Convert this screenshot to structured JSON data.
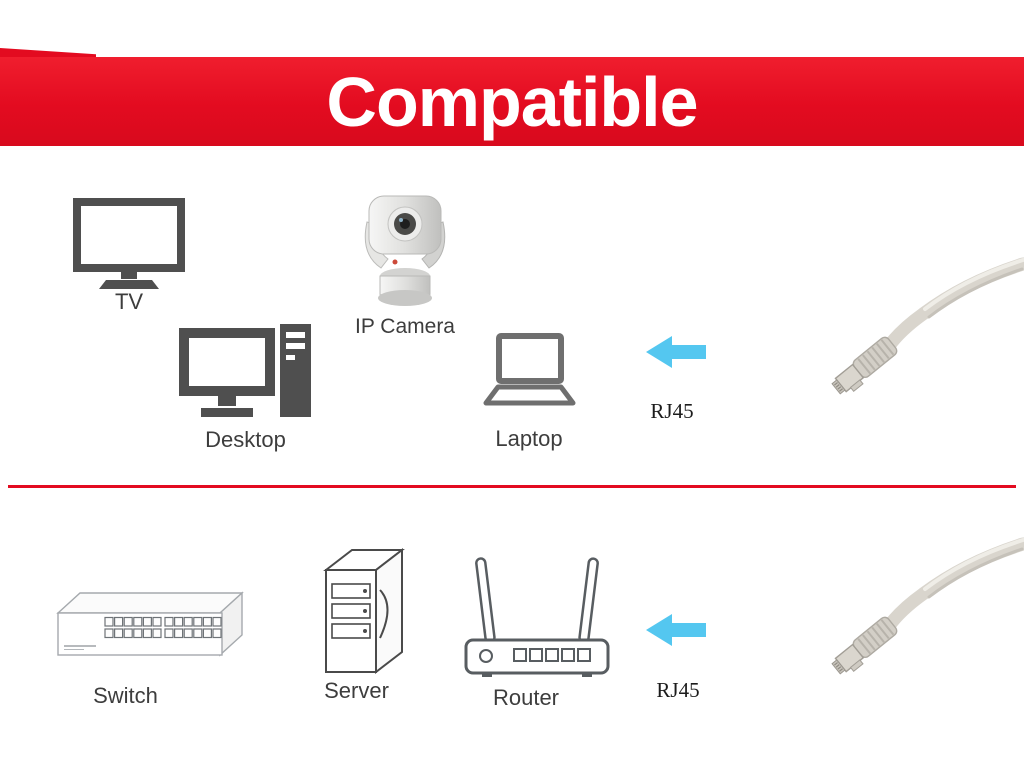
{
  "banner": {
    "title": "Compatible"
  },
  "top_section": {
    "devices": [
      {
        "label": "TV",
        "icon": "tv-icon"
      },
      {
        "label": "IP Camera",
        "icon": "ip-camera-icon"
      },
      {
        "label": "Desktop",
        "icon": "desktop-icon"
      },
      {
        "label": "Laptop",
        "icon": "laptop-icon"
      }
    ],
    "connector": {
      "label": "RJ45",
      "arrow_icon": "left-arrow-icon",
      "cable_icon": "rj45-cable-icon"
    }
  },
  "bottom_section": {
    "devices": [
      {
        "label": "Switch",
        "icon": "switch-icon"
      },
      {
        "label": "Server",
        "icon": "server-icon"
      },
      {
        "label": "Router",
        "icon": "router-icon"
      }
    ],
    "connector": {
      "label": "RJ45",
      "arrow_icon": "left-arrow-icon",
      "cable_icon": "rj45-cable-icon"
    }
  },
  "colors": {
    "banner_red": "#e30b20",
    "arrow_cyan": "#54c7f0",
    "label_gray": "#3d3d3d",
    "icon_dark": "#4f4f4f",
    "cable_beige": "#d9d5cd"
  }
}
